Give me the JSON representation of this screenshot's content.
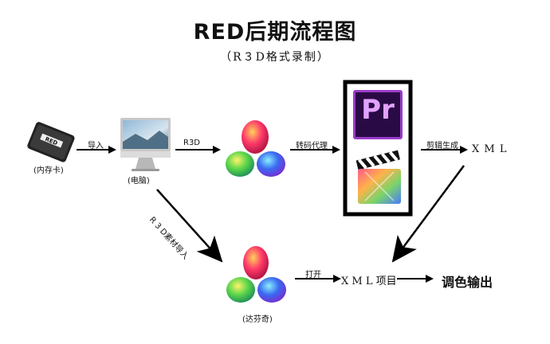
{
  "title": "RED后期流程图",
  "subtitle": "（R３D格式录制）",
  "nodes": {
    "card": "(内存卡)",
    "computer": "(电脑)",
    "davinci": "(达芬奇)",
    "premiere_logo": "Pr",
    "xml_top": "X M L",
    "xml_project": "X M L 项目",
    "output": "调色输出"
  },
  "edges": {
    "import": "导入",
    "r3d": "R3D",
    "transcode": "转码代理",
    "edit": "剪辑生成",
    "r3d_import": "R 3 D素材导入",
    "open": "打开"
  },
  "colors": {
    "premiere_bg": "#2a0a45",
    "premiere_accent": "#e2a2ff",
    "frame": "#000000"
  }
}
